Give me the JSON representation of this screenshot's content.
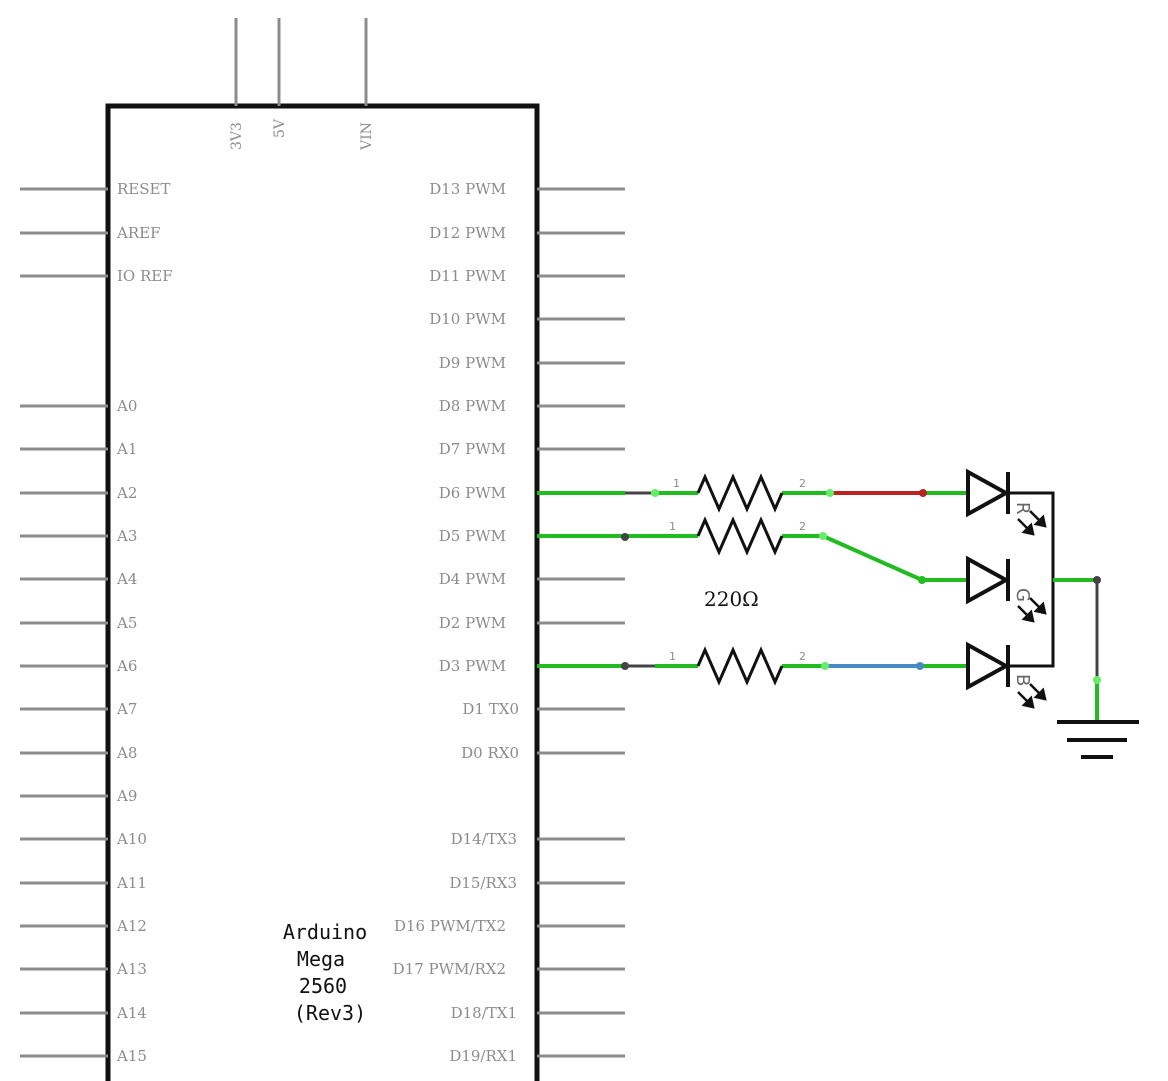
{
  "board": {
    "name_lines": [
      "Arduino",
      "Mega",
      "2560",
      "(Rev3)"
    ],
    "top_pins": [
      "3V3",
      "5V",
      "VIN"
    ],
    "left_pins": [
      "RESET",
      "AREF",
      "IO REF",
      "",
      "",
      "A0",
      "A1",
      "A2",
      "A3",
      "A4",
      "A5",
      "A6",
      "A7",
      "A8",
      "A9",
      "A10",
      "A11",
      "A12",
      "A13",
      "A14",
      "A15"
    ],
    "right_pins": [
      "D13 PWM",
      "D12 PWM",
      "D11 PWM",
      "D10 PWM",
      "D9 PWM",
      "D8 PWM",
      "D7 PWM",
      "D6 PWM",
      "D5 PWM",
      "D4 PWM",
      "D2 PWM",
      "D3 PWM",
      "D1 TX0",
      "D0 RX0",
      "",
      "D14/TX3",
      "D15/RX3",
      "D16 PWM/TX2",
      "D17 PWM/RX2",
      "D18/TX1",
      "D19/RX1"
    ]
  },
  "resistors": [
    {
      "pin1": "1",
      "pin2": "2"
    },
    {
      "pin1": "1",
      "pin2": "2"
    },
    {
      "pin1": "1",
      "pin2": "2"
    }
  ],
  "resistor_value": "220Ω",
  "led_labels": [
    "R",
    "G",
    "B"
  ],
  "colors": {
    "board_outline": "#111111",
    "pin_line": "#8c8c8c",
    "wire_green": "#22bb22",
    "wire_green_light": "#66ee66",
    "wire_red": "#bb2222",
    "wire_blue": "#4a8ac4",
    "wire_dark": "#444444",
    "component": "#111111"
  }
}
